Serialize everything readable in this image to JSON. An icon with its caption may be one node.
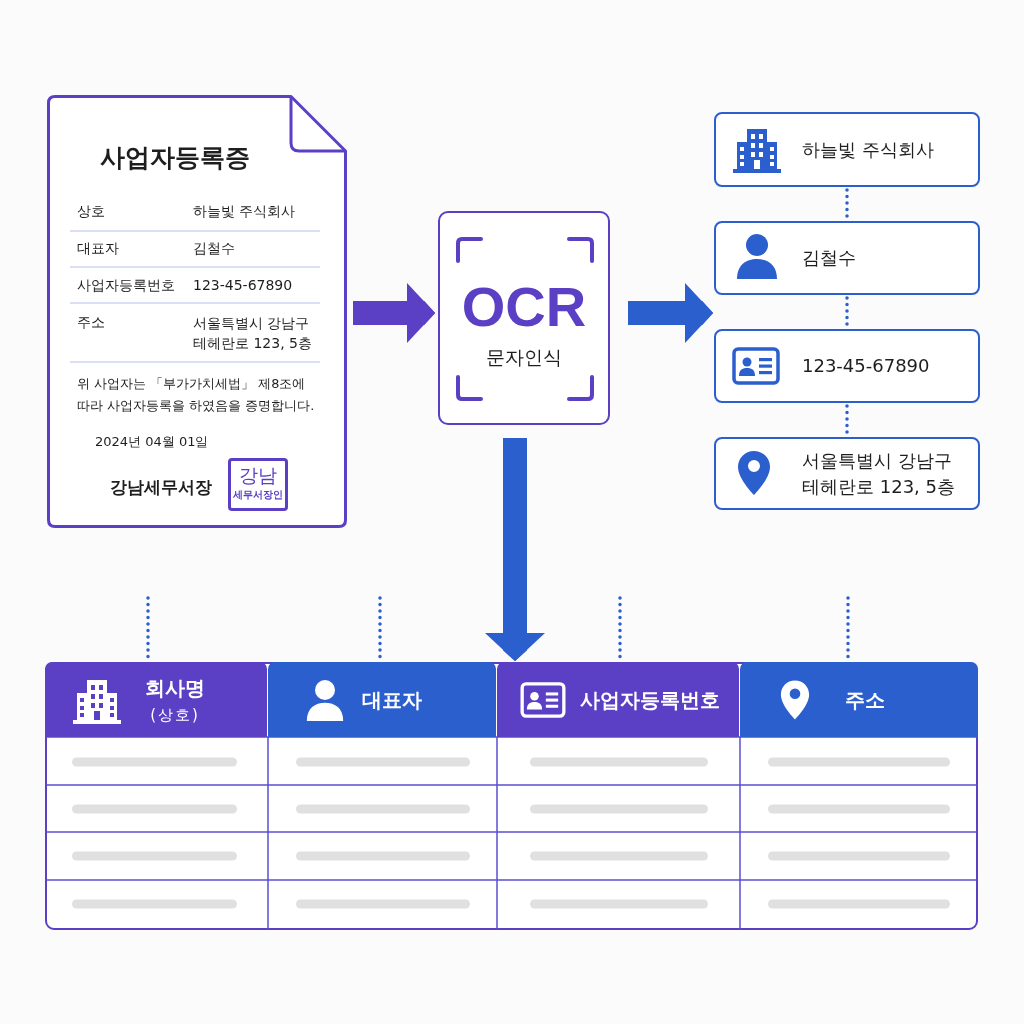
{
  "diagram": {
    "nodes": [
      {
        "text": [
          "사업자등록증",
          "상호",
          "하늘빛 주식회사",
          "대표자",
          "김철수",
          "사업자등록번호",
          "123-45-67890",
          "주소",
          "서울특별시 강남구 테헤란로 123, 5층",
          "위 사업자는 「부가가치세법」 제8조에 따라 사업자등록을 하였음을 증명합니다.",
          "2024년 04월 01일",
          "강남세무서장"
        ]
      },
      {
        "text": [
          "강남",
          "세무서장인"
        ],
        "in": 0
      },
      {
        "text": [
          "OCR",
          "문자인식"
        ]
      },
      {
        "text": [
          "하늘빛 주식회사"
        ]
      },
      {
        "text": [
          "김철수"
        ]
      },
      {
        "text": [
          "123-45-67890"
        ]
      },
      {
        "text": [
          "서울특별시 강남구 테헤란로 123, 5층"
        ]
      },
      {
        "text": [],
        "shape": "box"
      },
      {
        "text": [
          "회사명",
          "(상호)"
        ],
        "in": 7
      },
      {
        "text": [
          "대표자"
        ],
        "in": 7
      },
      {
        "text": [
          "사업자등록번호"
        ],
        "in": 7
      },
      {
        "text": [
          "주소"
        ],
        "in": 7
      }
    ],
    "edges": [
      {
        "from": 0,
        "to": 2,
        "arrow": "to",
        "style": "thick",
        "color": "#5b3fc4"
      },
      {
        "from": 2,
        "to": 4,
        "arrow": "to",
        "style": "thick"
      },
      {
        "from": 2,
        "to": 7,
        "arrow": "to",
        "style": "thick"
      },
      {
        "from": 3,
        "to": 4,
        "arrow": "none",
        "style": "dashed"
      },
      {
        "from": 4,
        "to": 5,
        "arrow": "none",
        "style": "dashed"
      },
      {
        "from": 5,
        "to": 6,
        "arrow": "none",
        "style": "dashed"
      },
      {
        "from": null,
        "to": 8,
        "arrow": "none",
        "style": "dashed"
      },
      {
        "from": null,
        "to": 9,
        "arrow": "none",
        "style": "dashed"
      },
      {
        "from": null,
        "to": 10,
        "arrow": "none",
        "style": "dashed"
      },
      {
        "from": null,
        "to": 11,
        "arrow": "none",
        "style": "dashed"
      }
    ]
  }
}
